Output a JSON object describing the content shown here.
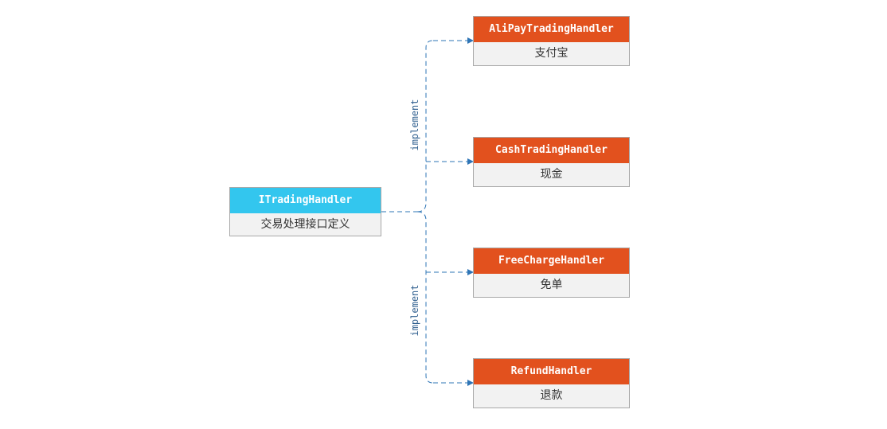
{
  "colors": {
    "interface_header": "#33c6ee",
    "implementation_header": "#e2511e",
    "connector": "#2e75b6"
  },
  "interface": {
    "name": "ITradingHandler",
    "description": "交易处理接口定义"
  },
  "implementations": [
    {
      "name": "AliPayTradingHandler",
      "description": "支付宝"
    },
    {
      "name": "CashTradingHandler",
      "description": "现金"
    },
    {
      "name": "FreeChargeHandler",
      "description": "免单"
    },
    {
      "name": "RefundHandler",
      "description": "退款"
    }
  ],
  "relations": {
    "upper_label": "implement",
    "lower_label": "implement"
  }
}
